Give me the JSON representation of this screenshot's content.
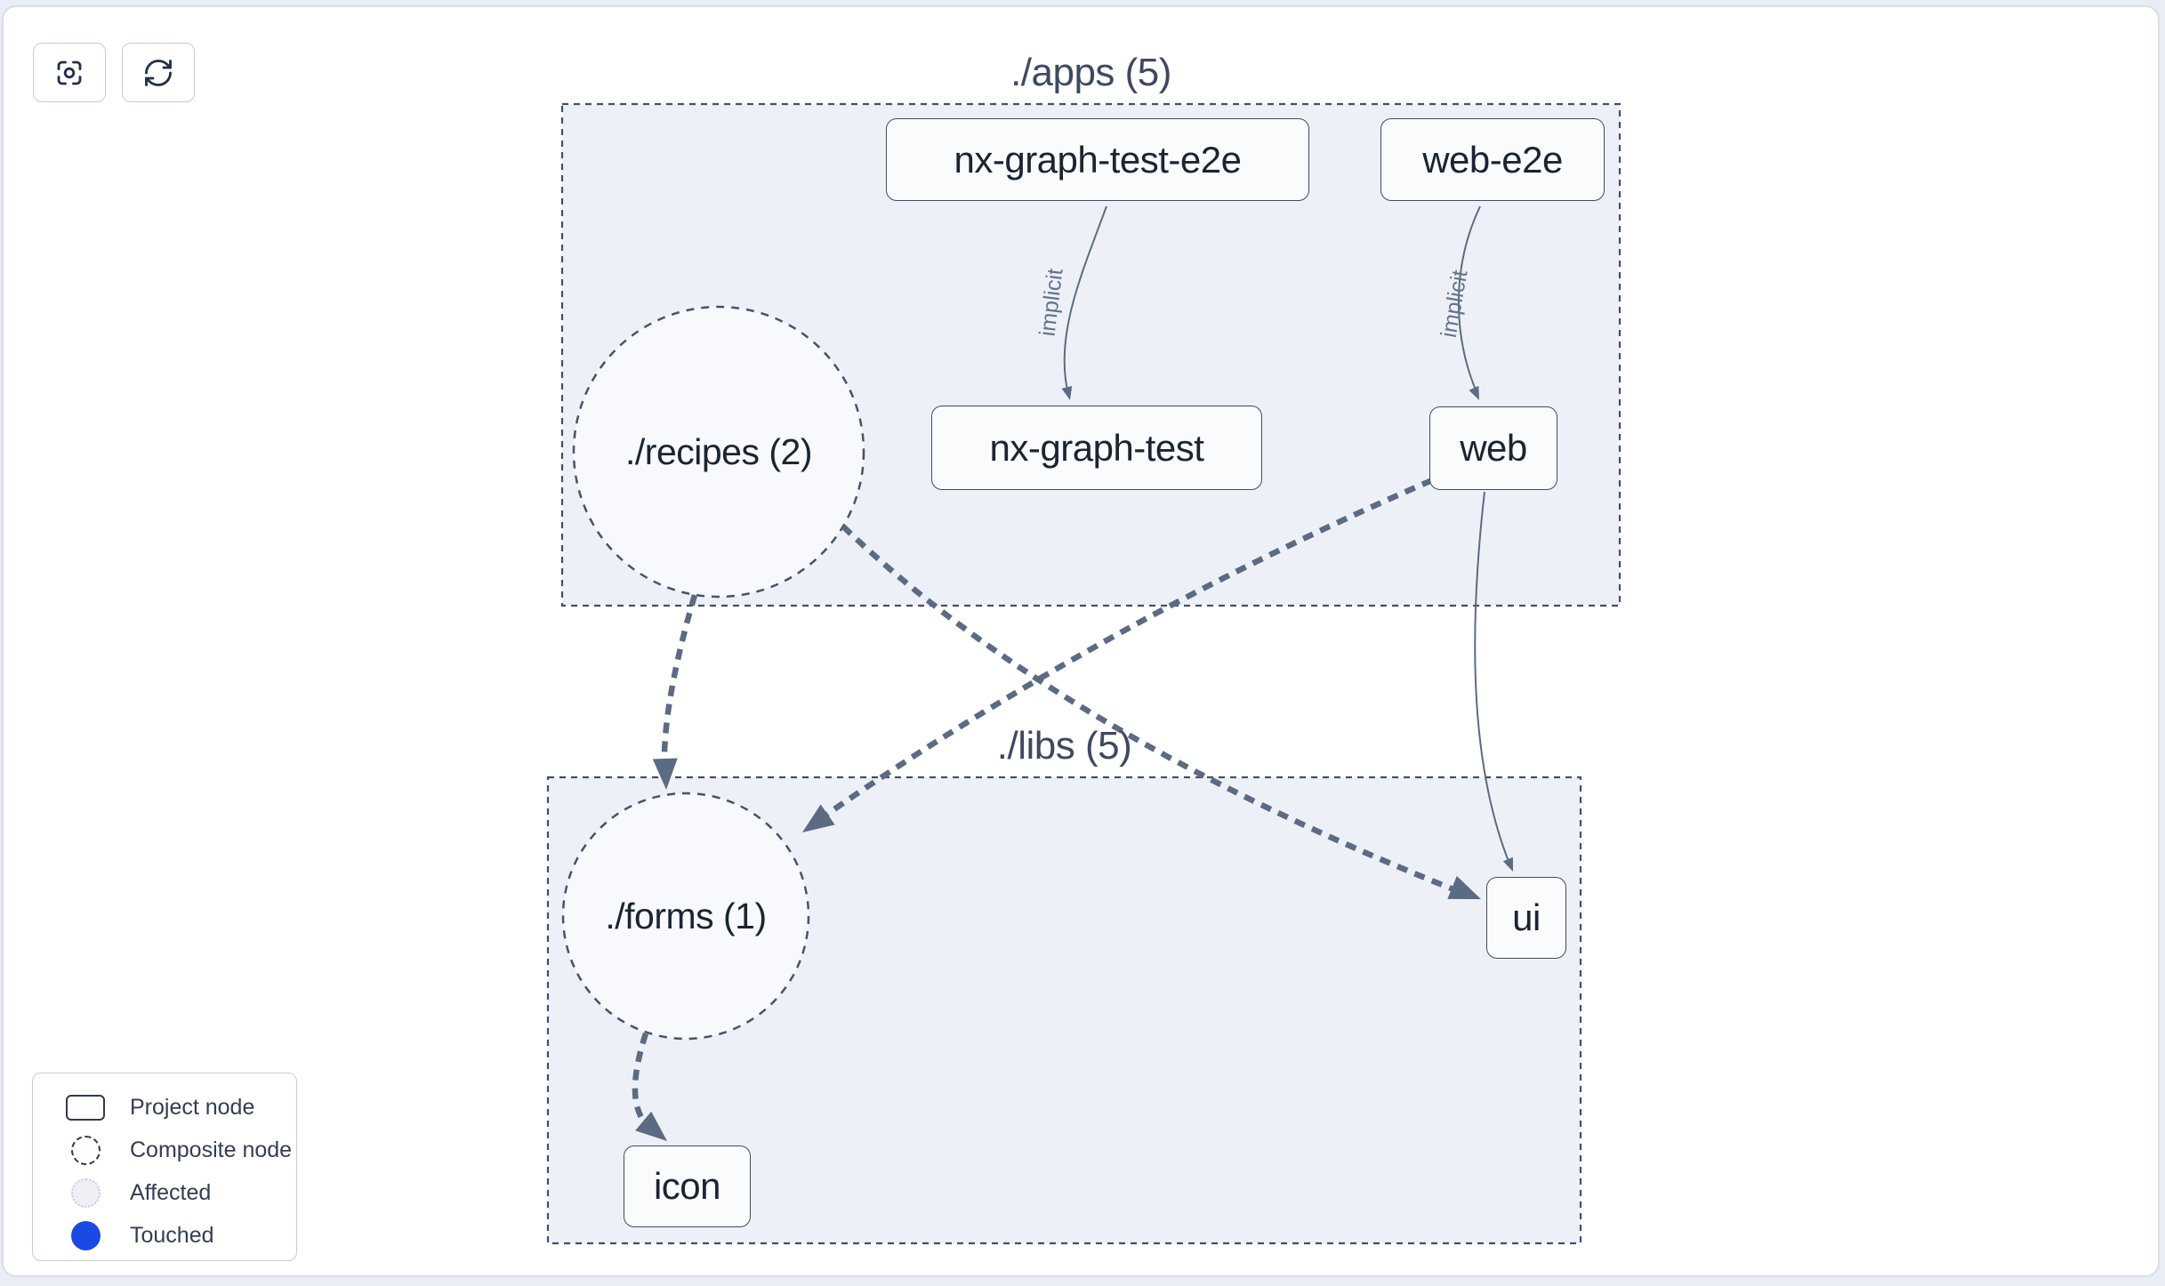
{
  "toolbar": {
    "buttons": [
      {
        "name": "focus",
        "icon": "crosshair-focus-icon"
      },
      {
        "name": "refresh",
        "icon": "refresh-icon"
      }
    ]
  },
  "graph": {
    "groups": [
      {
        "id": "apps",
        "label": "./apps (5)"
      },
      {
        "id": "libs",
        "label": "./libs (5)"
      }
    ],
    "nodes": {
      "nx_graph_test_e2e": {
        "label": "nx-graph-test-e2e",
        "type": "project",
        "group": "./apps"
      },
      "web_e2e": {
        "label": "web-e2e",
        "type": "project",
        "group": "./apps"
      },
      "recipes": {
        "label": "./recipes (2)",
        "type": "composite",
        "group": "./apps"
      },
      "nx_graph_test": {
        "label": "nx-graph-test",
        "type": "project",
        "group": "./apps"
      },
      "web": {
        "label": "web",
        "type": "project",
        "group": "./apps"
      },
      "forms": {
        "label": "./forms (1)",
        "type": "composite",
        "group": "./libs"
      },
      "ui": {
        "label": "ui",
        "type": "project",
        "group": "./libs"
      },
      "icon": {
        "label": "icon",
        "type": "project",
        "group": "./libs"
      }
    },
    "edges": [
      {
        "source": "nx-graph-test-e2e",
        "target": "nx-graph-test",
        "label": "implicit",
        "style": "solid-thin"
      },
      {
        "source": "web-e2e",
        "target": "web",
        "label": "implicit",
        "style": "solid-thin"
      },
      {
        "source": "web",
        "target": "ui",
        "label": "",
        "style": "solid-thin"
      },
      {
        "source": "./recipes (2)",
        "target": "./forms (1)",
        "label": "",
        "style": "dashed-thick"
      },
      {
        "source": "./recipes (2)",
        "target": "ui",
        "label": "",
        "style": "dashed-thick"
      },
      {
        "source": "web",
        "target": "./forms (1)",
        "label": "",
        "style": "dashed-thick"
      },
      {
        "source": "./forms (1)",
        "target": "icon",
        "label": "",
        "style": "dashed-thick"
      }
    ]
  },
  "legend": {
    "items": [
      {
        "label": "Project node",
        "swatch": "project-rect"
      },
      {
        "label": "Composite node",
        "swatch": "dashed-circle"
      },
      {
        "label": "Affected",
        "swatch": "affected-circle"
      },
      {
        "label": "Touched",
        "swatch": "touched-circle"
      }
    ]
  },
  "colors": {
    "touched_blue": "#1b49e4",
    "group_fill": "#edf1f7",
    "edge": "#5c6b84",
    "node_border": "#3e4c66",
    "node_fill": "#fafbfd"
  }
}
